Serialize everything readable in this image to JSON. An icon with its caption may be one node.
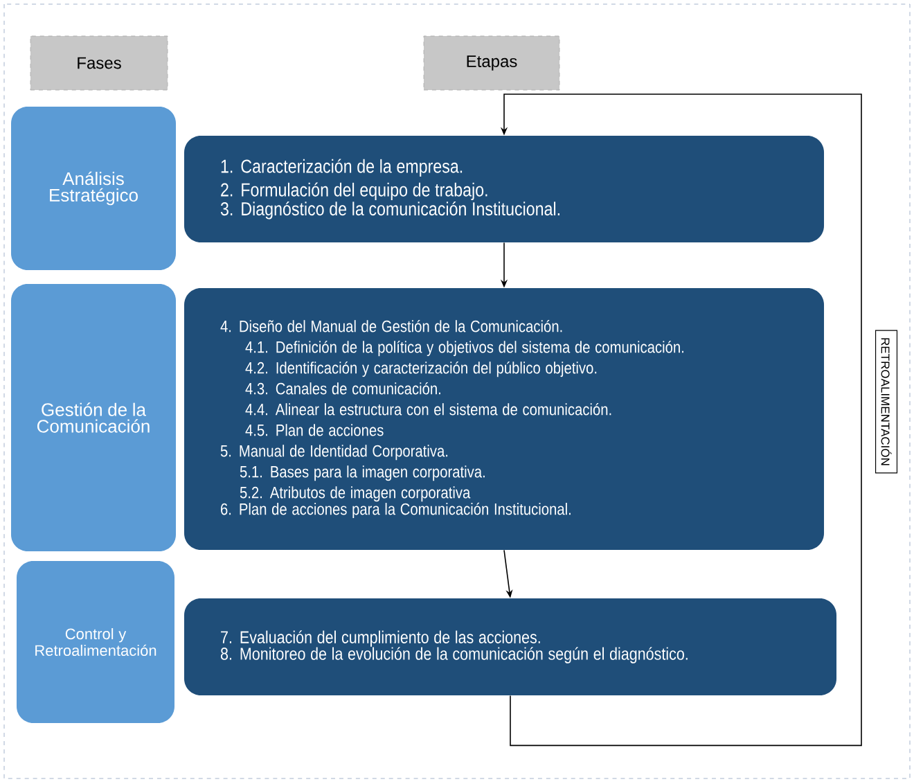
{
  "diagram": {
    "nodes": [
      {
        "text": [
          "Fases"
        ]
      },
      {
        "text": [
          "Etapas"
        ]
      },
      {
        "text": [
          "Análisis Estratégico"
        ]
      },
      {
        "text": [
          "1. Caracterización de la empresa.",
          "2. Formulación del equipo de trabajo.",
          "3. Diagnóstico de la comunicación Institucional."
        ]
      },
      {
        "text": [
          "Gestión de la Comunicación"
        ]
      },
      {
        "text": [
          "4. Diseño del Manual de Gestión de la Comunicación.",
          "4.1. Definición de la política y objetivos del sistema de comunicación.",
          "4.2. Identificación y caracterización del público objetivo.",
          "4.3. Canales de comunicación.",
          "4.4. Alinear la estructura con el sistema de comunicación.",
          "4.5. Plan de acciones",
          "5. Manual de Identidad Corporativa.",
          "5.1. Bases para la imagen corporativa.",
          "5.2. Atributos de imagen corporativa",
          "6. Plan de acciones para la Comunicación Institucional."
        ]
      },
      {
        "text": [
          "Control y Retroalimentación"
        ]
      },
      {
        "text": [
          "7. Evaluación del cumplimiento de las acciones.",
          "8. Monitoreo de la evolución de la comunicación según el diagnóstico."
        ]
      }
    ],
    "edges": [
      {
        "from": 3,
        "to": 5,
        "arrow": "to"
      },
      {
        "from": 5,
        "to": 7,
        "arrow": "to"
      },
      {
        "from": 7,
        "to": 3,
        "arrow": "to",
        "label": "RETROALIMENTACIÓN"
      }
    ]
  }
}
